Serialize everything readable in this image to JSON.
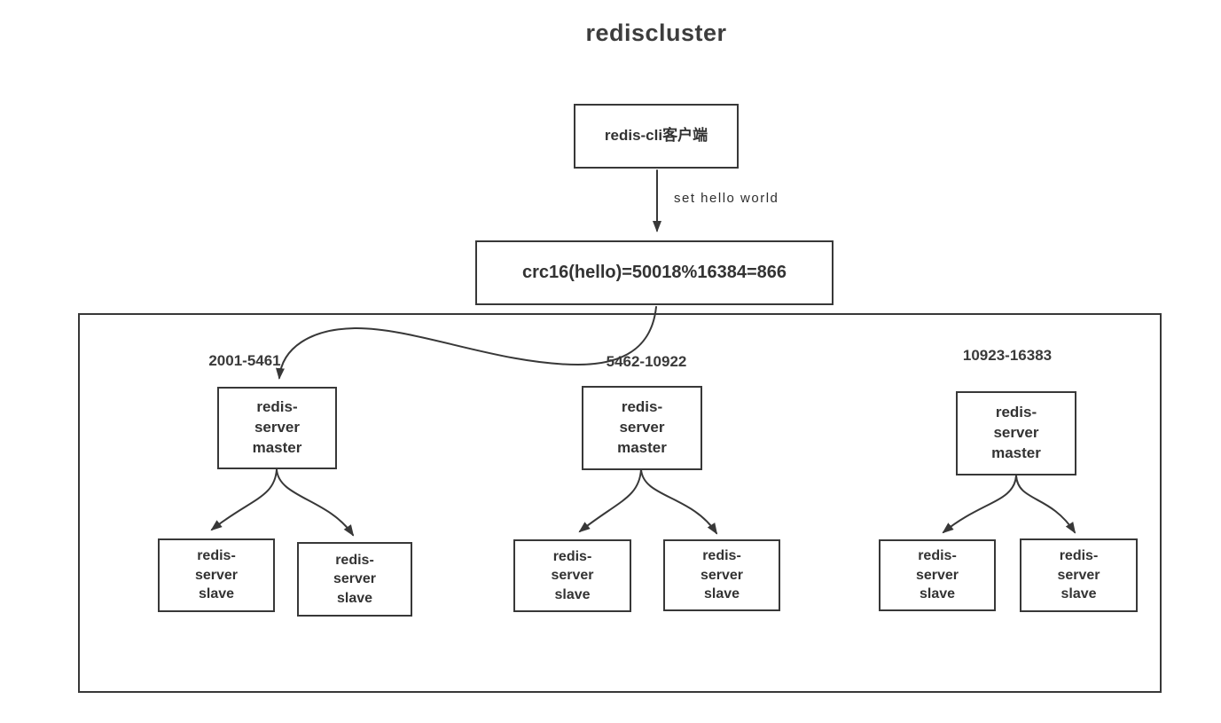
{
  "title": "rediscluster",
  "client_box": {
    "label": "redis-cli客户端"
  },
  "set_command_label": "set hello world",
  "hash_box": {
    "label": "crc16(hello)=50018%16384=866"
  },
  "cluster": {
    "groups": [
      {
        "slot_range": "2001-5461",
        "master_label": "redis-\nserver\nmaster",
        "slaves": [
          "redis-\nserver\nslave",
          "redis-\nserver\nslave"
        ]
      },
      {
        "slot_range": "5462-10922",
        "master_label": "redis-\nserver\nmaster",
        "slaves": [
          "redis-\nserver\nslave",
          "redis-\nserver\nslave"
        ]
      },
      {
        "slot_range": "10923-16383",
        "master_label": "redis-\nserver\nmaster",
        "slaves": [
          "redis-\nserver\nslave",
          "redis-\nserver\nslave"
        ]
      }
    ]
  },
  "colors": {
    "line": "#383838",
    "text": "#333333",
    "background": "#ffffff"
  }
}
